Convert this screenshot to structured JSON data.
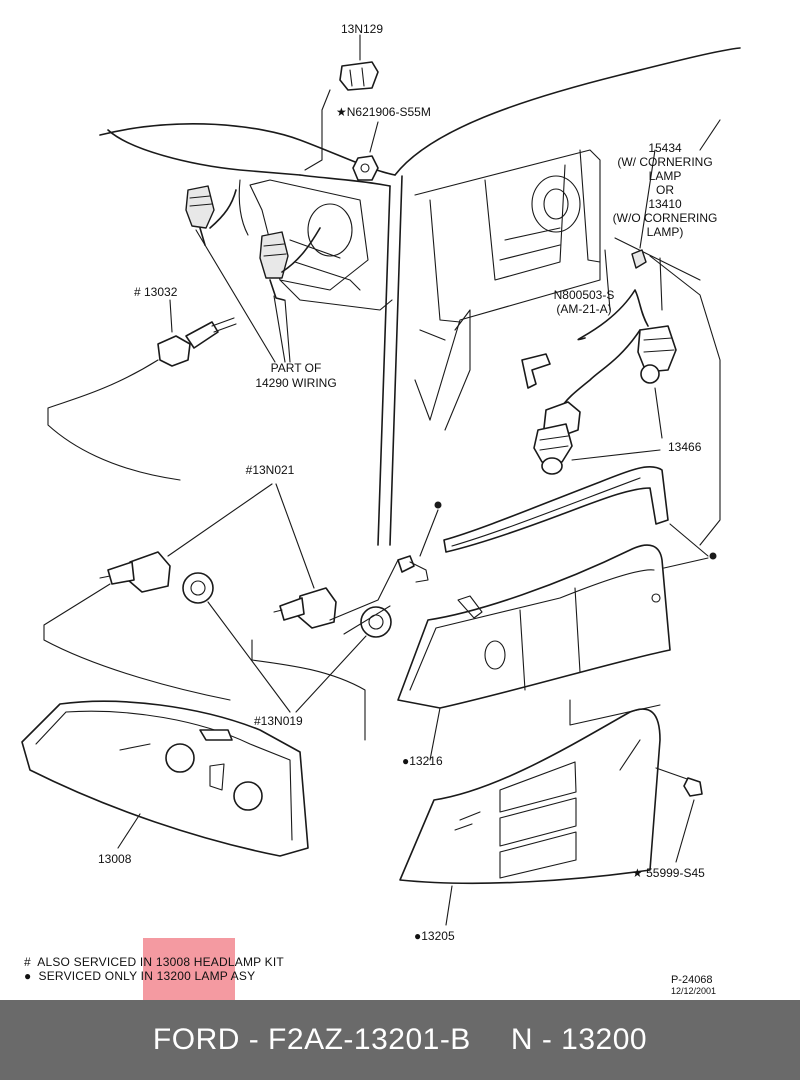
{
  "callouts": {
    "clip_13n129": "13N129",
    "nut_n621906": "★N621906-S55M",
    "socket_13032": "# 13032",
    "wiring_line1": "PART OF",
    "wiring_line2": "14290  WIRING",
    "bulb_info": [
      "15434",
      "(W/ CORNERING",
      "LAMP",
      "OR",
      "13410",
      "(W/O CORNERING",
      "LAMP)"
    ],
    "screw_n800503_line1": "N800503-S",
    "screw_n800503_line2": "(AM-21-A)",
    "socket_13466": "13466",
    "bulb_13n021": "#13N021",
    "retainer_13n019": "#13N019",
    "headlamp_13008": "13008",
    "lamp_13216": "●13216",
    "lamp_13205": "●13205",
    "screw_55999": "★ 55999-S45"
  },
  "notes": {
    "line1": "#  ALSO SERVICED IN 13008 HEADLAMP KIT",
    "line2": "●  SERVICED ONLY IN 13200 LAMP ASY"
  },
  "drawing_ref": {
    "code": "P-24068",
    "date": "12/12/2001"
  },
  "footer": {
    "left": "FORD - F2AZ-13201-B",
    "right": "N - 13200"
  },
  "colors": {
    "highlight": "#f07882",
    "footer_bg": "#6a6a6a",
    "footer_text": "#ffffff"
  }
}
